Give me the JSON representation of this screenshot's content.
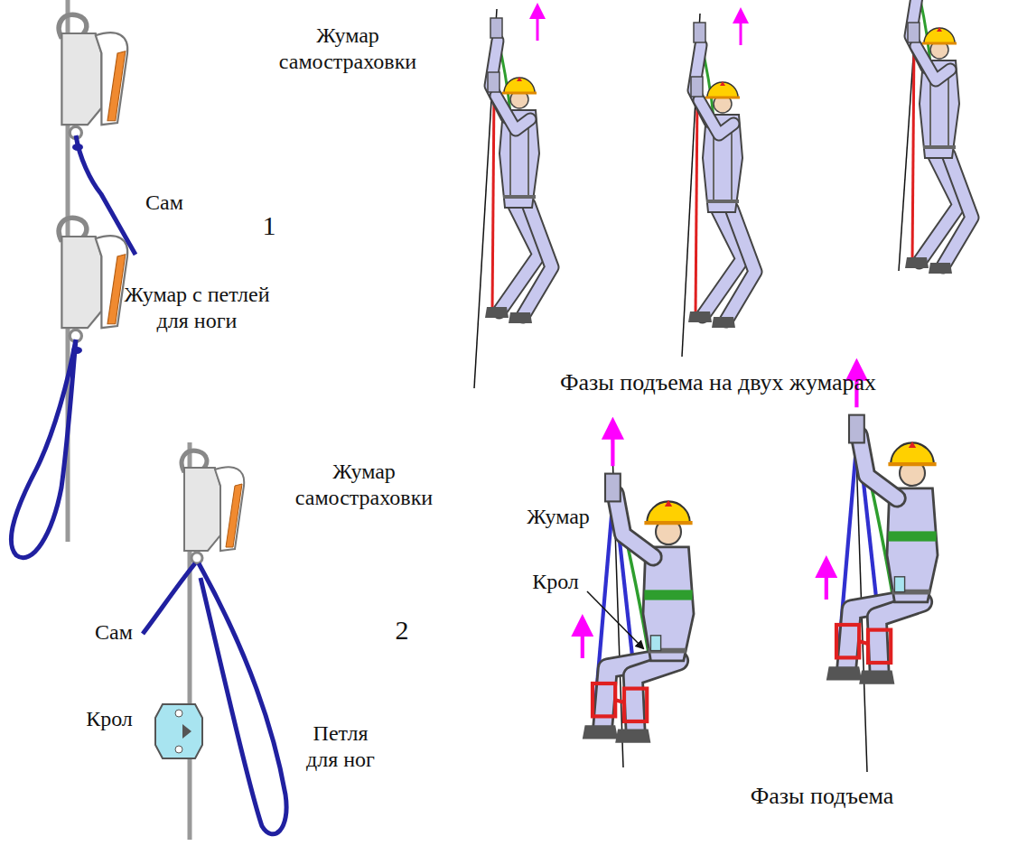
{
  "diagram": {
    "labels": [
      "Жумар самостраховки",
      "Сам",
      "1",
      "Жумар с петлей для ноги",
      "Фазы подъема на двух жумарах",
      "Жумар самостраховки",
      "Сам",
      "2",
      "Крол",
      "Петля для ног",
      "Жумар",
      "Крол",
      "Фазы подъема"
    ]
  }
}
